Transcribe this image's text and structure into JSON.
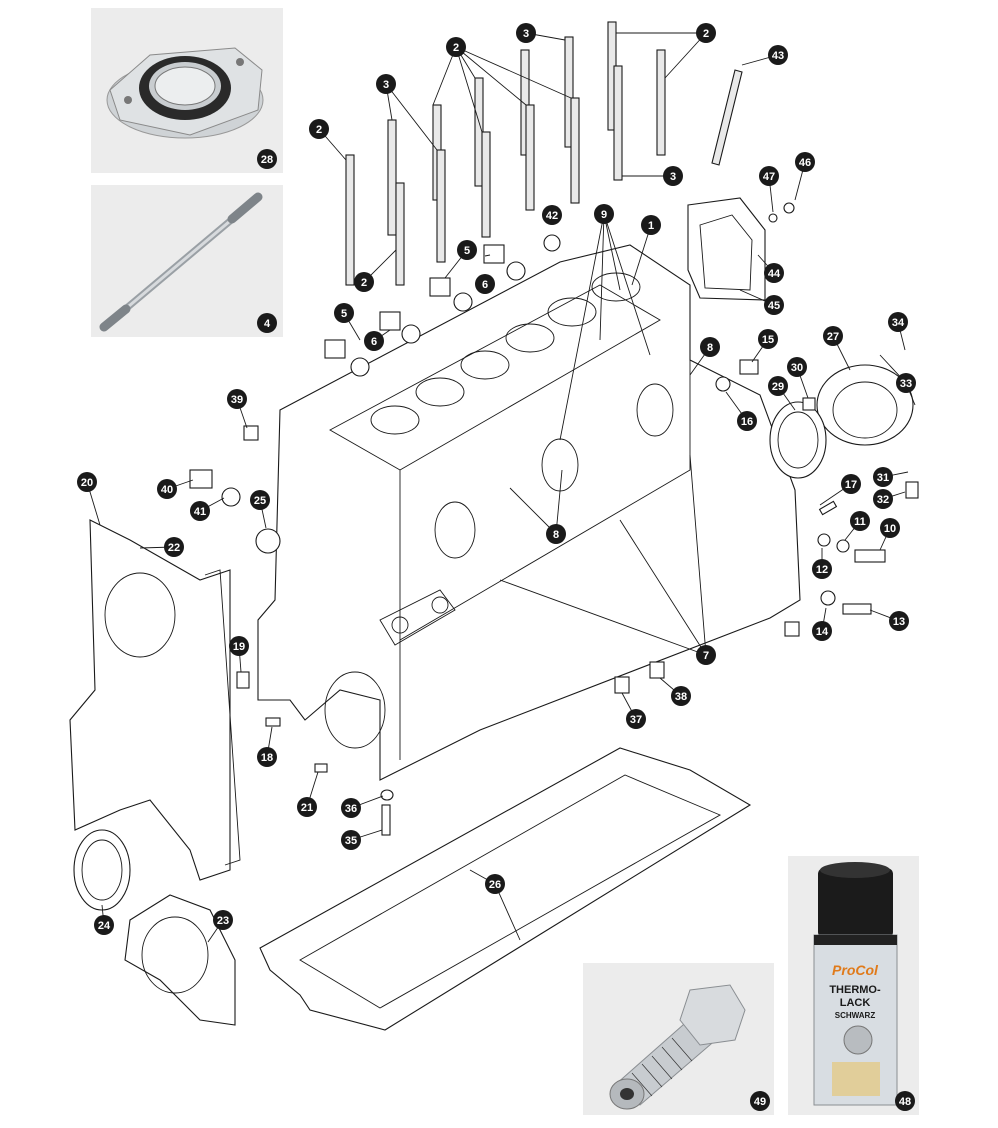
{
  "diagram": {
    "callouts": [
      {
        "id": "c1",
        "number": "1"
      },
      {
        "id": "c2a",
        "number": "2"
      },
      {
        "id": "c2b",
        "number": "2"
      },
      {
        "id": "c2c",
        "number": "2"
      },
      {
        "id": "c2d",
        "number": "2"
      },
      {
        "id": "c3a",
        "number": "3"
      },
      {
        "id": "c3b",
        "number": "3"
      },
      {
        "id": "c3c",
        "number": "3"
      },
      {
        "id": "c4",
        "number": "4"
      },
      {
        "id": "c5a",
        "number": "5"
      },
      {
        "id": "c5b",
        "number": "5"
      },
      {
        "id": "c6a",
        "number": "6"
      },
      {
        "id": "c6b",
        "number": "6"
      },
      {
        "id": "c7",
        "number": "7"
      },
      {
        "id": "c8a",
        "number": "8"
      },
      {
        "id": "c8b",
        "number": "8"
      },
      {
        "id": "c9",
        "number": "9"
      },
      {
        "id": "c10",
        "number": "10"
      },
      {
        "id": "c11",
        "number": "11"
      },
      {
        "id": "c12",
        "number": "12"
      },
      {
        "id": "c13",
        "number": "13"
      },
      {
        "id": "c14",
        "number": "14"
      },
      {
        "id": "c15",
        "number": "15"
      },
      {
        "id": "c16",
        "number": "16"
      },
      {
        "id": "c17",
        "number": "17"
      },
      {
        "id": "c18",
        "number": "18"
      },
      {
        "id": "c19",
        "number": "19"
      },
      {
        "id": "c20",
        "number": "20"
      },
      {
        "id": "c21",
        "number": "21"
      },
      {
        "id": "c22",
        "number": "22"
      },
      {
        "id": "c23",
        "number": "23"
      },
      {
        "id": "c24",
        "number": "24"
      },
      {
        "id": "c25",
        "number": "25"
      },
      {
        "id": "c26",
        "number": "26"
      },
      {
        "id": "c27",
        "number": "27"
      },
      {
        "id": "c28",
        "number": "28"
      },
      {
        "id": "c29",
        "number": "29"
      },
      {
        "id": "c30",
        "number": "30"
      },
      {
        "id": "c31",
        "number": "31"
      },
      {
        "id": "c32",
        "number": "32"
      },
      {
        "id": "c33",
        "number": "33"
      },
      {
        "id": "c34",
        "number": "34"
      },
      {
        "id": "c35",
        "number": "35"
      },
      {
        "id": "c36",
        "number": "36"
      },
      {
        "id": "c37",
        "number": "37"
      },
      {
        "id": "c38",
        "number": "38"
      },
      {
        "id": "c39",
        "number": "39"
      },
      {
        "id": "c40",
        "number": "40"
      },
      {
        "id": "c41",
        "number": "41"
      },
      {
        "id": "c42",
        "number": "42"
      },
      {
        "id": "c43",
        "number": "43"
      },
      {
        "id": "c44",
        "number": "44"
      },
      {
        "id": "c45",
        "number": "45"
      },
      {
        "id": "c46",
        "number": "46"
      },
      {
        "id": "c47",
        "number": "47"
      },
      {
        "id": "c48",
        "number": "48"
      },
      {
        "id": "c49",
        "number": "49"
      }
    ],
    "photos": {
      "seal_housing": {
        "number": "28"
      },
      "stud": {
        "number": "4"
      },
      "banjo_bolt": {
        "number": "49"
      },
      "paint_can": {
        "number": "48",
        "brand": "ProCol",
        "line1": "THERMO-",
        "line2": "LACK",
        "line3": "SCHWARZ"
      }
    },
    "colors": {
      "callout": "#1a1a1a",
      "line": "#1a1a1a",
      "photo_background": "#ececec",
      "can_top": "#1b1b1b",
      "can_body": "#d8dde2",
      "brand_orange": "#e07a1a"
    }
  }
}
